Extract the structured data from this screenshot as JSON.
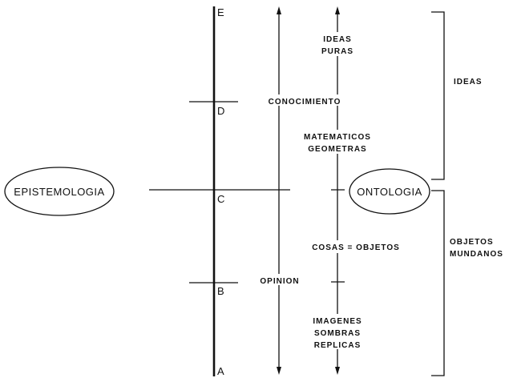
{
  "points": [
    "A",
    "B",
    "C",
    "D",
    "E"
  ],
  "sections": {
    "epistemology": "EPISTEMOLOGIA",
    "ontology": "ONTOLOGIA"
  },
  "knowledge_levels": {
    "conocimiento": "CONOCIMIENTO",
    "opinion": "OPINION"
  },
  "ontology_levels": {
    "ideas_puras": [
      "IDEAS",
      "PURAS"
    ],
    "matematicos": [
      "MATEMATICOS",
      "GEOMETRAS"
    ],
    "cosas": "COSAS = OBJETOS",
    "imagenes": [
      "IMAGENES",
      "SOMBRAS",
      "REPLICAS"
    ]
  },
  "brackets": {
    "ideas": "IDEAS",
    "objetos": [
      "OBJETOS",
      "MUNDANOS"
    ]
  }
}
